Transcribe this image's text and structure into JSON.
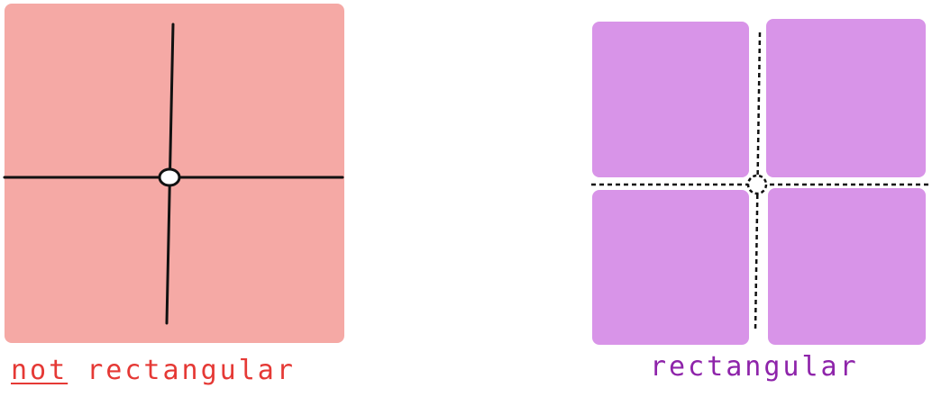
{
  "left_panel": {
    "label_underlined": "not",
    "label_rest": " rectangular",
    "fill_color": "#f5a9a5",
    "label_color": "#e53935",
    "line_color": "#111111"
  },
  "right_panel": {
    "label": "rectangular",
    "tile_color": "#d894e8",
    "label_color": "#8e24aa",
    "line_color": "#111111"
  }
}
